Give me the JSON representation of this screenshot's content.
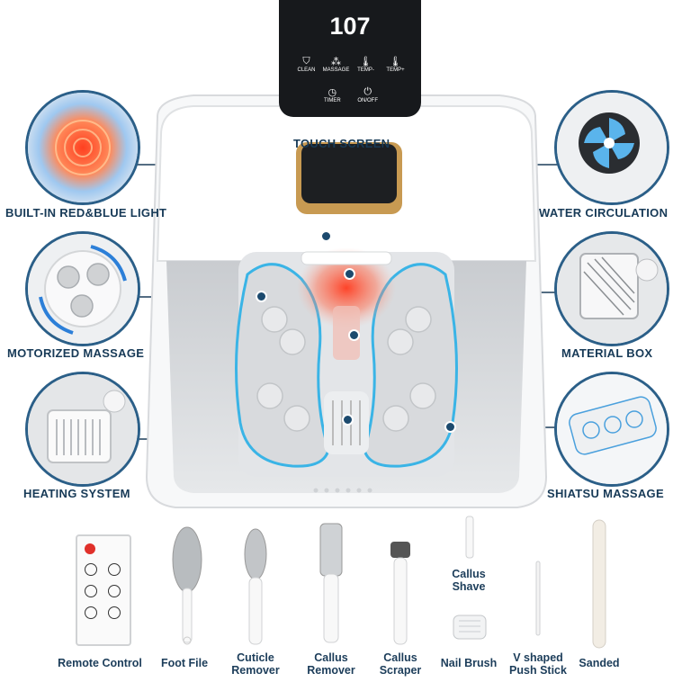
{
  "display": {
    "value": "107"
  },
  "panel_buttons": [
    {
      "label": "CLEAN",
      "icon": "shield-icon"
    },
    {
      "label": "MASSAGE",
      "icon": "massage-icon"
    },
    {
      "label": "TEMP-",
      "icon": "thermometer-minus-icon"
    },
    {
      "label": "TEMP+",
      "icon": "thermometer-plus-icon"
    },
    {
      "label": "TIMER",
      "icon": "clock-icon"
    },
    {
      "label": "ON/OFF",
      "icon": "power-icon"
    }
  ],
  "features": {
    "touch_screen": "TOUCH SCREEN",
    "light": "BUILT-IN RED&BLUE LIGHT",
    "water": "WATER CIRCULATION",
    "massage": "MOTORIZED MASSAGE",
    "material_box": "MATERIAL BOX",
    "heating": "HEATING SYSTEM",
    "shiatsu": "SHIATSU MASSAGE"
  },
  "accessories": {
    "remote": "Remote Control",
    "foot_file": "Foot File",
    "cuticle_line1": "Cuticle",
    "cuticle_line2": "Remover",
    "callus_remover_line1": "Callus",
    "callus_remover_line2": "Remover",
    "callus_scraper_line1": "Callus",
    "callus_scraper_line2": "Scraper",
    "callus_shave_line1": "Callus",
    "callus_shave_line2": "Shave",
    "nail_brush": "Nail Brush",
    "push_stick_line1": "V shaped",
    "push_stick_line2": "Push Stick",
    "sanded": "Sanded"
  },
  "colors": {
    "label": "#173a57",
    "accent_blue": "#3ab4e6",
    "accent_red": "#e8432e",
    "trim_gold": "#c89a52"
  }
}
